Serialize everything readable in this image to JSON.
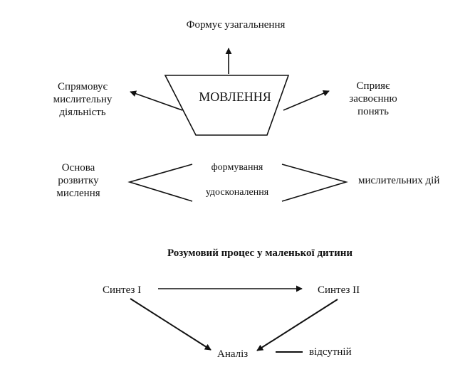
{
  "speech_diagram": {
    "center_label": "МОВЛЕННЯ",
    "top_label": "Формує узагальнення",
    "left_label": [
      "Спрямовує",
      "мислительну",
      "діяльність"
    ],
    "right_label": [
      "Сприяє",
      "засвоєнню",
      "понять"
    ],
    "basis_label": [
      "Основа",
      "розвитку",
      "мислення"
    ],
    "upper_branch_label": "формування",
    "lower_branch_label": "удосконалення",
    "actions_label": "мислительних дій"
  },
  "child_process": {
    "title": "Розумовий процес у маленької дитини",
    "synthesis_1": "Синтез І",
    "synthesis_2": "Синтез ІІ",
    "analysis": "Аналіз",
    "absent": "відсутній"
  }
}
